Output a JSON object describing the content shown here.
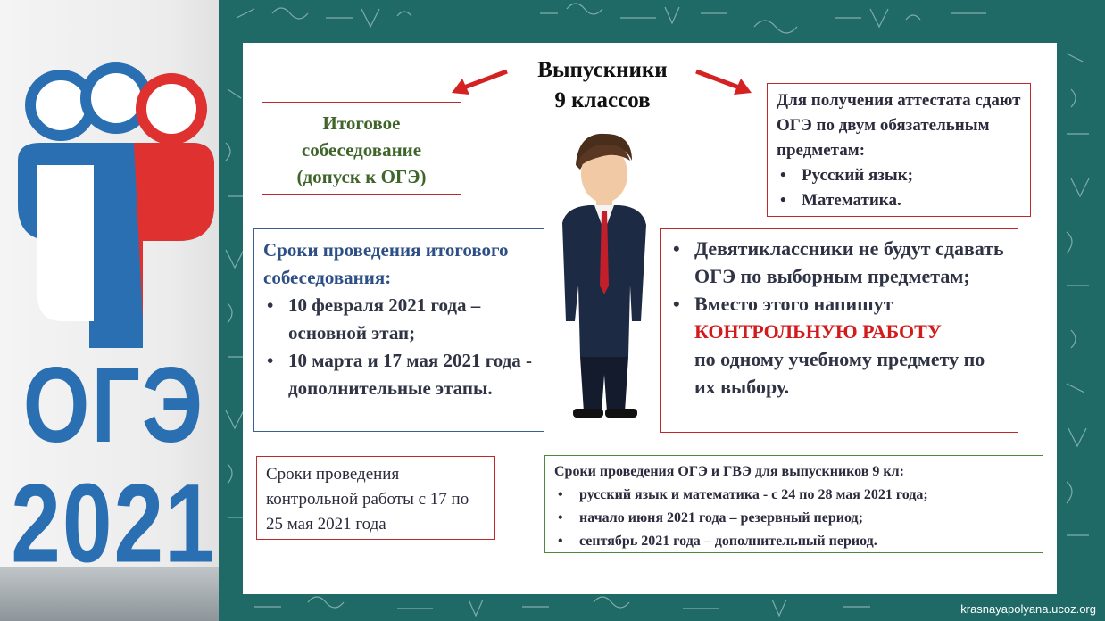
{
  "logo": {
    "title": "ОГЭ",
    "year": "2021"
  },
  "title": {
    "line1": "Выпускники",
    "line2": "9 классов"
  },
  "interview_box": {
    "lines": [
      "Итоговое",
      "собеседование",
      "(допуск к ОГЭ)"
    ]
  },
  "attestat_box": {
    "text": "Для получения аттестата сдают ОГЭ по двум обязательным предметам:",
    "items": [
      "Русский язык;",
      "Математика."
    ]
  },
  "interview_dates_box": {
    "heading": "Сроки проведения итогового собеседования:",
    "items": [
      "10 февраля 2021 года – основной этап;",
      "10 марта и 17 мая 2021 года - дополнительные этапы."
    ]
  },
  "changes_box": {
    "item1": "Девятиклассники не будут сдавать ОГЭ по выборным предметам;",
    "item2_before": "Вместо этого напишут",
    "item2_highlight": "КОНТРОЛЬНУЮ РАБОТУ",
    "item2_after": "по одному учебному предмету по их выбору."
  },
  "control_work_box": {
    "text": "Сроки проведения контрольной работы с 17 по 25 мая 2021 года"
  },
  "exam_dates_box": {
    "heading": "Сроки проведения ОГЭ и ГВЭ для выпускников 9 кл:",
    "items": [
      "русский язык и математика - с 24 по 28 мая 2021 года;",
      "начало июня 2021 года – резервный период;",
      "сентябрь 2021 года – дополнительный период."
    ]
  },
  "bullet": "•",
  "watermark": "krasnayapolyana.ucoz.org",
  "colors": {
    "board": "#1f6a67",
    "red_border": "#c0282c",
    "blue_border": "#3b5e93",
    "green_border": "#4b8a3d",
    "highlight": "#d21b1b",
    "logo_blue": "#2b6fb3"
  }
}
